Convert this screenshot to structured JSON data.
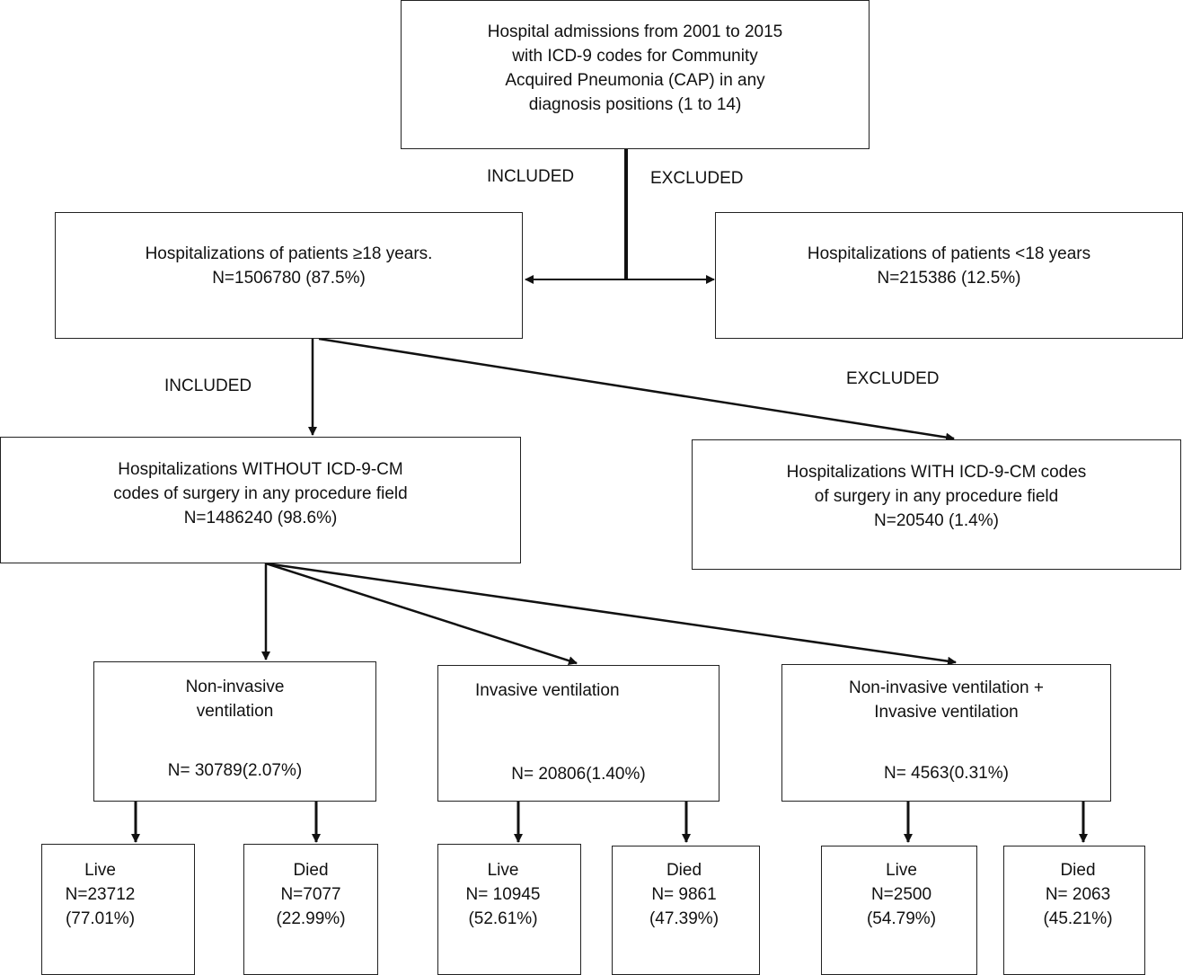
{
  "top": {
    "lines": [
      "Hospital admissions from 2001 to 2015",
      "with ICD-9 codes for Community",
      "Acquired Pneumonia (CAP) in any",
      "diagnosis positions (1 to 14)"
    ]
  },
  "labels": {
    "included_1": "INCLUDED",
    "excluded_1": "EXCLUDED",
    "included_2": "INCLUDED",
    "excluded_2": "EXCLUDED"
  },
  "adults": {
    "lines": [
      "Hospitalizations of patients ≥18 years.",
      "N=1506780 (87.5%)"
    ]
  },
  "minors": {
    "lines": [
      "Hospitalizations of patients <18 years",
      "N=215386 (12.5%)"
    ]
  },
  "no_surgery": {
    "lines": [
      "Hospitalizations WITHOUT ICD-9-CM",
      "codes of surgery in any procedure field",
      "N=1486240 (98.6%)"
    ]
  },
  "surgery": {
    "lines": [
      "Hospitalizations WITH ICD-9-CM codes",
      "of surgery in any procedure field",
      "N=20540 (1.4%)"
    ]
  },
  "niv": {
    "title": [
      "Non-invasive",
      "ventilation"
    ],
    "n": "N= 30789(2.07%)"
  },
  "iv": {
    "title": [
      "Invasive ventilation"
    ],
    "n": "N= 20806(1.40%)"
  },
  "both": {
    "title": [
      "Non-invasive ventilation +",
      "Invasive ventilation"
    ],
    "n": "N= 4563(0.31%)"
  },
  "outcomes": {
    "niv_live": [
      "Live",
      "N=23712",
      "(77.01%)"
    ],
    "niv_died": [
      "Died",
      "N=7077",
      "(22.99%)"
    ],
    "iv_live": [
      "Live",
      "N= 10945",
      "(52.61%)"
    ],
    "iv_died": [
      "Died",
      "N= 9861",
      "(47.39%)"
    ],
    "both_live": [
      "Live",
      "N=2500",
      "(54.79%)"
    ],
    "both_died": [
      "Died",
      "N= 2063",
      "(45.21%)"
    ]
  }
}
